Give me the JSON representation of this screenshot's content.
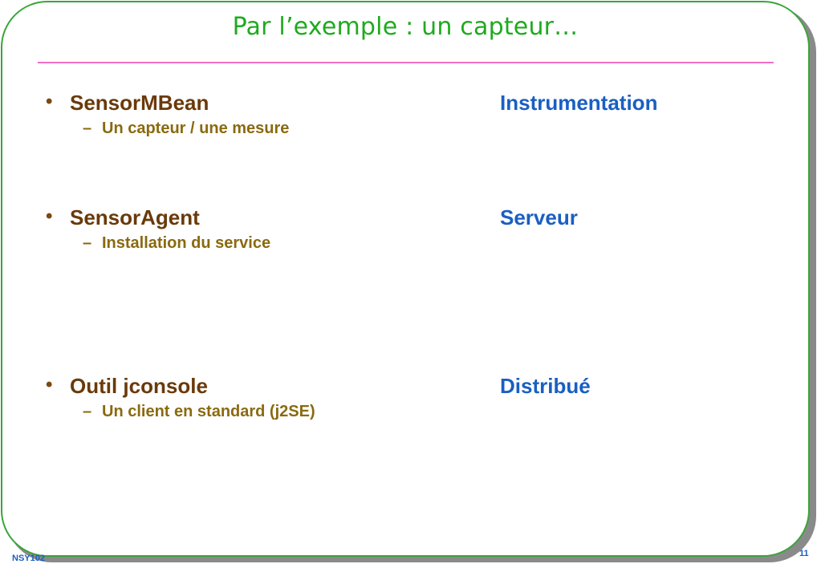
{
  "slide": {
    "title": "Par l’exemple : un capteur…",
    "footer_left": "NSY102",
    "page_number": "11"
  },
  "items": [
    {
      "bullet": "•",
      "label": "SensorMBean",
      "right_label": "Instrumentation",
      "sub_dash": "–",
      "sub_label": "Un capteur / une mesure"
    },
    {
      "bullet": "•",
      "label": "SensorAgent",
      "right_label": "Serveur",
      "sub_dash": "–",
      "sub_label": "Installation du service"
    },
    {
      "bullet": "•",
      "label": "Outil jconsole",
      "right_label": "Distribué",
      "sub_dash": "–",
      "sub_label": "Un client en standard (j2SE)"
    }
  ],
  "colors": {
    "frame_border": "#3aa53a",
    "title": "#1faa1f",
    "rule": "#f26fc2",
    "bullet_text": "#6a3a0a",
    "sub_text": "#8a6a10",
    "right_label": "#1a5fc2"
  }
}
